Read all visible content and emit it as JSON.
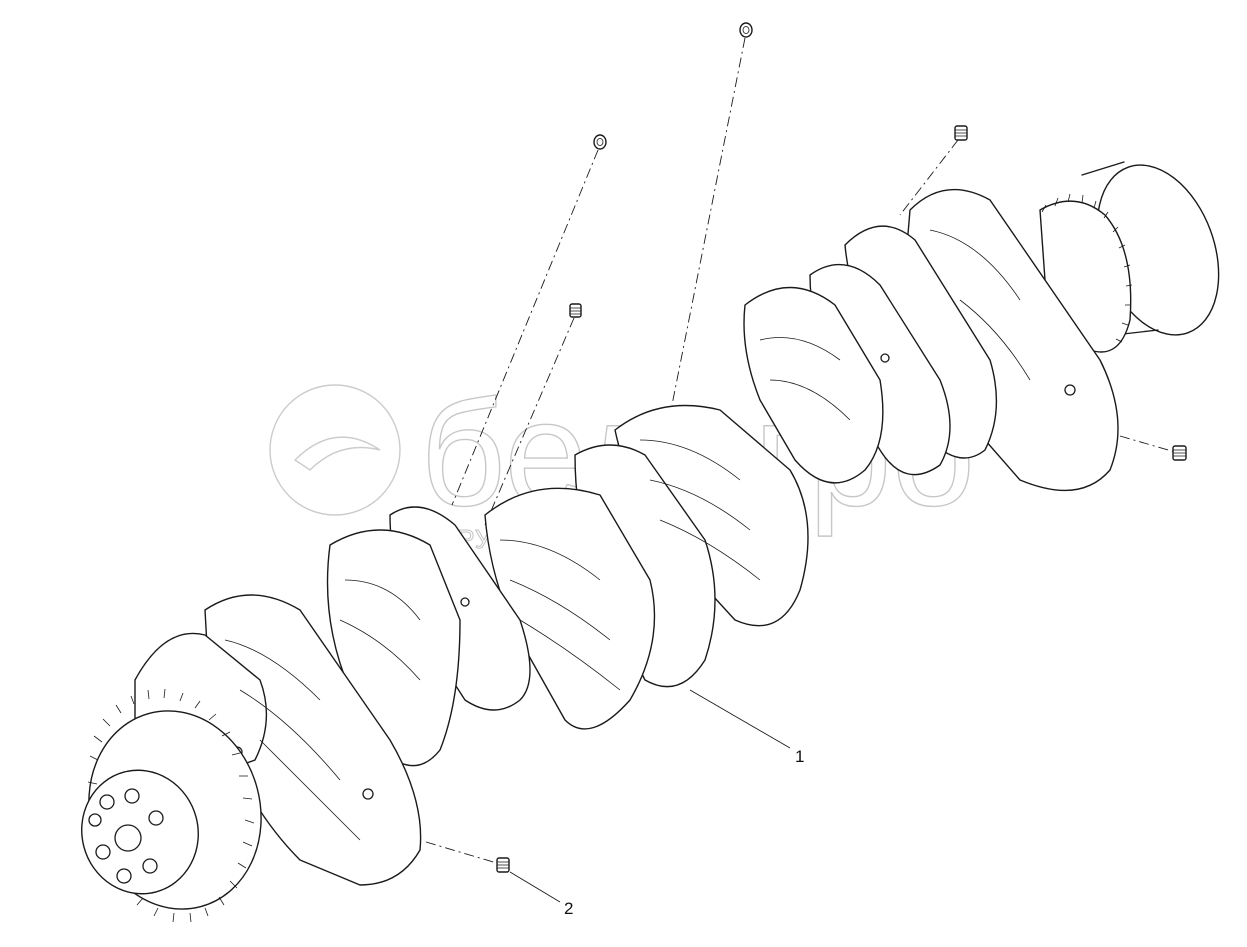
{
  "diagram": {
    "callouts": [
      {
        "id": "1",
        "label": "1"
      },
      {
        "id": "2",
        "label": "2"
      }
    ],
    "watermark": {
      "brand": "белагро",
      "subtitle": "ГРУППА КОМПАНИЙ"
    }
  }
}
